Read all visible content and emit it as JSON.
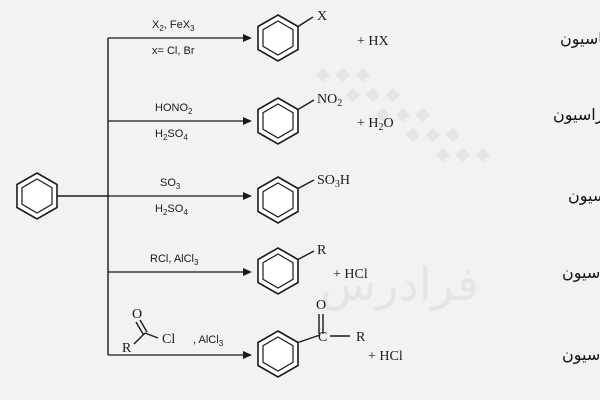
{
  "reactions": [
    {
      "name": "هالوژناسیون",
      "reagent_top": "X2, FeX3",
      "reagent_bottom": "x= Cl, Br",
      "product_group": "X",
      "byproduct": "+ HX"
    },
    {
      "name": "نیتراسیون",
      "reagent_top": "HONO2",
      "reagent_bottom": "H2SO4",
      "product_group": "NO2",
      "byproduct": "+ H2O"
    },
    {
      "name": "سولفوناسیون",
      "reagent_top": "SO3",
      "reagent_bottom": "H2SO4",
      "product_group": "SO3H",
      "byproduct": ""
    },
    {
      "name": "آلکیلاسیون",
      "reagent_top": "RCl, AlCl3",
      "reagent_bottom": "",
      "product_group": "R",
      "byproduct": "+ HCl"
    },
    {
      "name": "آسیلاسیون",
      "reagent_top": "AlCl3",
      "reagent_bottom": "",
      "acyl_reagent": {
        "o": "O",
        "r": "R",
        "cl": "Cl"
      },
      "product_group": "R",
      "product_o": "O",
      "byproduct": "+ HCl"
    }
  ],
  "watermark": "فرادرس"
}
